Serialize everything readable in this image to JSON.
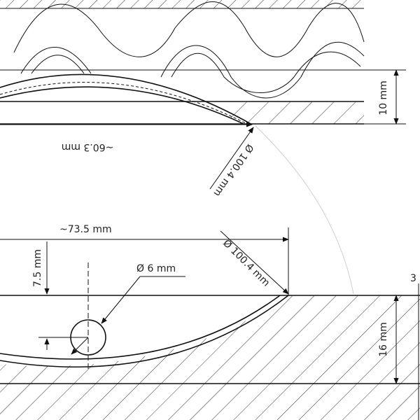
{
  "diagram": {
    "top_view": {
      "thickness_label": "10 mm",
      "chord_label": "~60.3 mm",
      "diameter_label": "Ø 100.4 mm"
    },
    "bottom_view": {
      "chord_label": "~73.5 mm",
      "offset_label": "7.5 mm",
      "hole_label": "Ø  6 mm",
      "diameter_label": "Ø 100.4 mm",
      "thickness_label": "16 mm",
      "edge_fragment": "3"
    }
  }
}
